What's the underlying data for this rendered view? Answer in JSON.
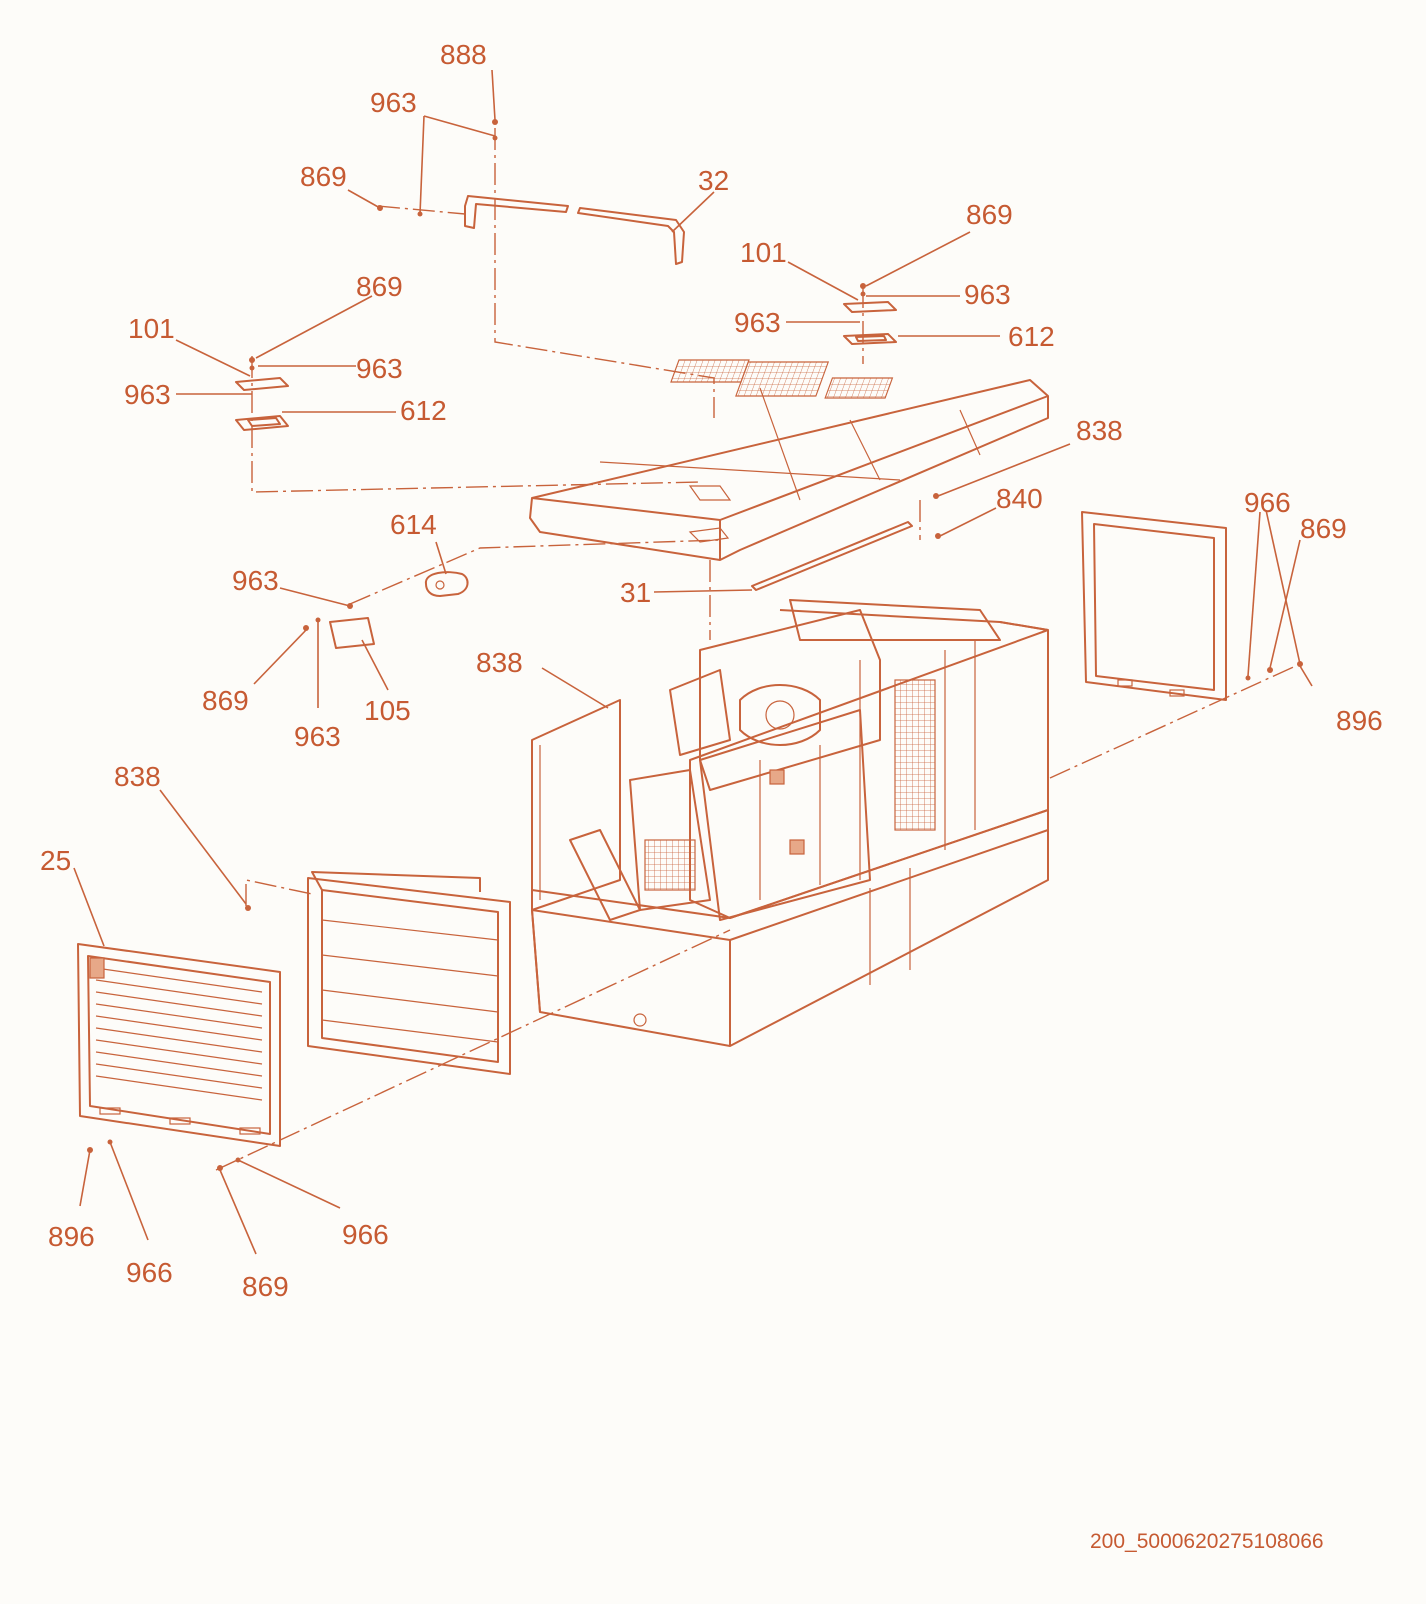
{
  "diagram": {
    "callouts": [
      {
        "id": "c888",
        "text": "888"
      },
      {
        "id": "c963a",
        "text": "963"
      },
      {
        "id": "c869a",
        "text": "869"
      },
      {
        "id": "c32",
        "text": "32"
      },
      {
        "id": "c869b",
        "text": "869"
      },
      {
        "id": "c101a",
        "text": "101"
      },
      {
        "id": "c963b",
        "text": "963"
      },
      {
        "id": "c963c",
        "text": "963"
      },
      {
        "id": "c612a",
        "text": "612"
      },
      {
        "id": "c869c",
        "text": "869"
      },
      {
        "id": "c101b",
        "text": "101"
      },
      {
        "id": "c963d",
        "text": "963"
      },
      {
        "id": "c963e",
        "text": "963"
      },
      {
        "id": "c612b",
        "text": "612"
      },
      {
        "id": "c838a",
        "text": "838"
      },
      {
        "id": "c840",
        "text": "840"
      },
      {
        "id": "c966a",
        "text": "966"
      },
      {
        "id": "c869d",
        "text": "869"
      },
      {
        "id": "c614",
        "text": "614"
      },
      {
        "id": "c963f",
        "text": "963"
      },
      {
        "id": "c31",
        "text": "31"
      },
      {
        "id": "c838b",
        "text": "838"
      },
      {
        "id": "c869e",
        "text": "869"
      },
      {
        "id": "c963g",
        "text": "963"
      },
      {
        "id": "c105",
        "text": "105"
      },
      {
        "id": "c896a",
        "text": "896"
      },
      {
        "id": "c838c",
        "text": "838"
      },
      {
        "id": "c25",
        "text": "25"
      },
      {
        "id": "c896b",
        "text": "896"
      },
      {
        "id": "c966b",
        "text": "966"
      },
      {
        "id": "c966c",
        "text": "966"
      },
      {
        "id": "c869f",
        "text": "869"
      }
    ],
    "footer_code": "200_5000620275108066"
  },
  "colors": {
    "line": "#c8633c",
    "text": "#c65a32",
    "background": "#fdfcf9"
  }
}
